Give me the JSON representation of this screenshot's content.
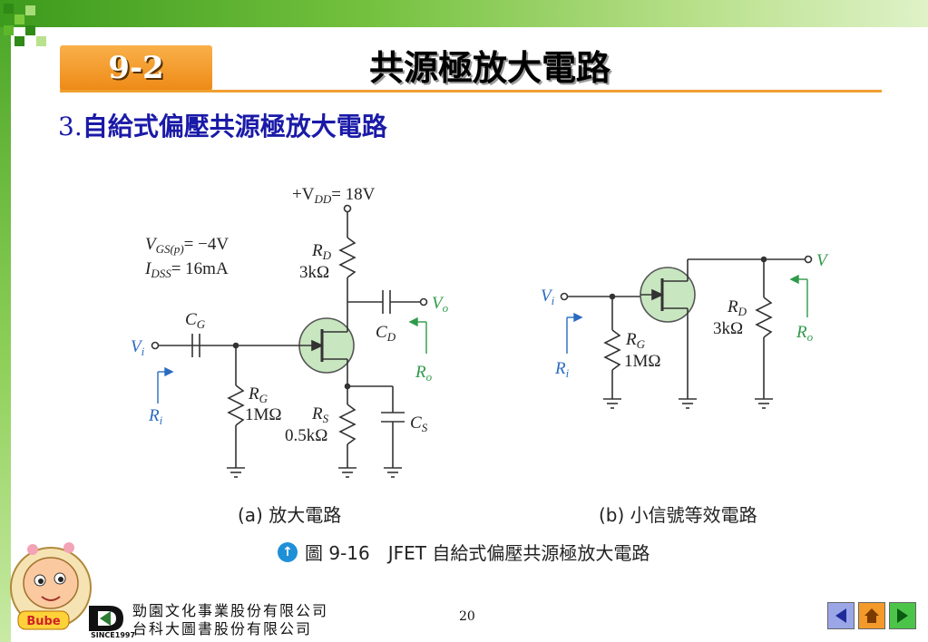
{
  "header": {
    "section_badge": "9-2",
    "title": "共源極放大電路"
  },
  "subheading": {
    "number": "3.",
    "text": "自給式偏壓共源極放大電路"
  },
  "circuit_a": {
    "vdd": "+V",
    "vdd_sub": "DD",
    "vdd_val": "= 18V",
    "vgs_v": "V",
    "vgs_sub": "GS(p)",
    "vgs_val": "= −4V",
    "idss_i": "I",
    "idss_sub": "DSS",
    "idss_val": "= 16mA",
    "rd_r": "R",
    "rd_sub": "D",
    "rd_val": "3kΩ",
    "cg_c": "C",
    "cg_sub": "G",
    "cd_c": "C",
    "cd_sub": "D",
    "vi_v": "V",
    "vi_sub": "i",
    "vo_v": "V",
    "vo_sub": "o",
    "ro_r": "R",
    "ro_sub": "o",
    "ri_r": "R",
    "ri_sub": "i",
    "rg_r": "R",
    "rg_sub": "G",
    "rg_val": "1MΩ",
    "rs_r": "R",
    "rs_sub": "S",
    "rs_val": "0.5kΩ",
    "cs_c": "C",
    "cs_sub": "S"
  },
  "circuit_b": {
    "vi_v": "V",
    "vi_sub": "i",
    "vo_v": "V",
    "ri_r": "R",
    "ri_sub": "i",
    "rg_r": "R",
    "rg_sub": "G",
    "rg_val": "1MΩ",
    "rd_r": "R",
    "rd_sub": "D",
    "rd_val": "3kΩ",
    "ro_r": "R",
    "ro_sub": "o"
  },
  "captions": {
    "a": "(a) 放大電路",
    "b": "(b) 小信號等效電路"
  },
  "figure_caption": {
    "label": "圖 9-16",
    "text": "JFET 自給式偏壓共源極放大電路"
  },
  "footer": {
    "company_1": "勁園文化事業股份有限公司",
    "company_2": "台科大圖書股份有限公司",
    "since": "SINCE1997",
    "page": "20",
    "mascot_text": "Bube"
  },
  "colors": {
    "accent_orange": "#ee8a16",
    "heading_blue": "#1a1aa8",
    "diagram_blue": "#2a6bbf",
    "diagram_green": "#2e9a4a",
    "jfet_fill": "#c8e6c0"
  },
  "icons": [
    "up-arrow-icon",
    "prev-icon",
    "home-icon",
    "next-icon"
  ]
}
